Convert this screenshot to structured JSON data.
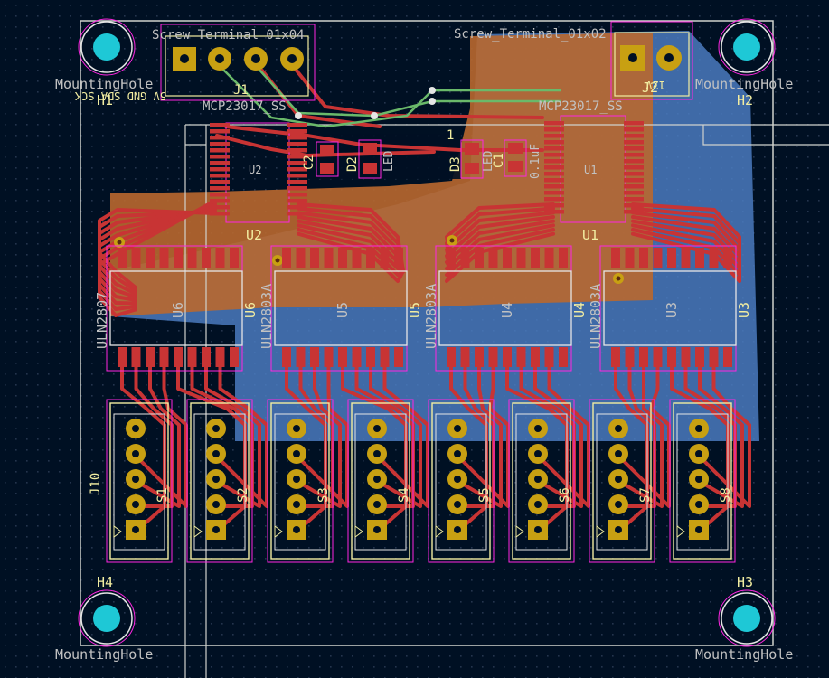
{
  "colors": {
    "background": "#001023",
    "grid_dot": "#24344d",
    "board_edge": "#d0d2cd",
    "front_copper": "#c83434",
    "front_copper_fill": "#b9682f",
    "back_copper_fill": "#4d7fc4",
    "back_copper": "#4d7fc4",
    "pad": "#c8a012",
    "silkscreen": "#f2eda1",
    "fab_text": "#c2c2c2",
    "courtyard": "#ff26e2",
    "hole": "#1ec8d6",
    "green_track": "#6ab96a"
  },
  "mounting_holes": [
    {
      "ref": "H1",
      "value": "MountingHole"
    },
    {
      "ref": "H2",
      "value": "MountingHole"
    },
    {
      "ref": "H3",
      "value": "MountingHole"
    },
    {
      "ref": "H4",
      "value": "MountingHole"
    }
  ],
  "screw_terminals": [
    {
      "ref": "J1",
      "value": "Screw_Terminal_01x04",
      "pin_labels": "5V GND SDA SCK"
    },
    {
      "ref": "J2",
      "value": "Screw_Terminal_01x02",
      "pin_labels": "12V"
    }
  ],
  "expanders": [
    {
      "ref": "U1",
      "value": "MCP23017_SS"
    },
    {
      "ref": "U2",
      "value": "MCP23017_SS"
    }
  ],
  "drivers": [
    {
      "ref": "U3",
      "value": "ULN2803A"
    },
    {
      "ref": "U4",
      "value": "ULN2803A"
    },
    {
      "ref": "U5",
      "value": "ULN2803A"
    },
    {
      "ref": "U6",
      "value": "ULN2807"
    }
  ],
  "passives": {
    "c1": "C1",
    "c1_value": "0.1uF",
    "c2": "C2",
    "d2": "D2",
    "d2_value": "LED",
    "d3": "D3",
    "d3_value": "LED",
    "pin1_marker": "1"
  },
  "connectors": [
    {
      "ref": "J10",
      "label": "S1"
    },
    {
      "ref": "",
      "label": "S2"
    },
    {
      "ref": "",
      "label": "S3"
    },
    {
      "ref": "",
      "label": "S4"
    },
    {
      "ref": "",
      "label": "S5"
    },
    {
      "ref": "",
      "label": "S6"
    },
    {
      "ref": "",
      "label": "S7"
    },
    {
      "ref": "",
      "label": "S8"
    }
  ]
}
